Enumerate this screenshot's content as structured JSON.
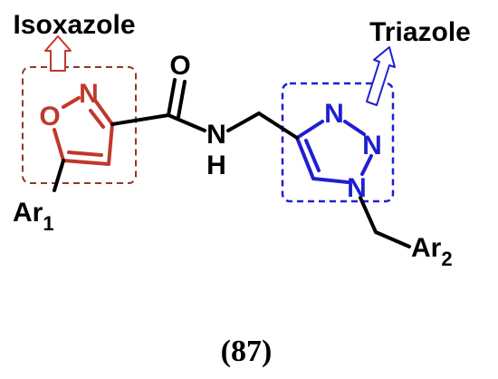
{
  "labels": {
    "isoxazole_title": "Isoxazole",
    "triazole_title": "Triazole",
    "iso_o": "O",
    "iso_n": "N",
    "carbonyl_o": "O",
    "amide_n": "N",
    "amide_h": "H",
    "tri_n3": "N",
    "tri_n2": "N",
    "tri_n1": "N",
    "ar1_main": "Ar",
    "ar1_sub": "1",
    "ar2_main": "Ar",
    "ar2_sub": "2",
    "compound_number": "(87)"
  },
  "colors": {
    "bond": "#000000",
    "isoxazole": "#c0392b",
    "isoxazole_box": "#8b3a2a",
    "triazole": "#1f1fd1"
  },
  "icons": {
    "isoxazole_arrow": "up-arrow-icon",
    "triazole_arrow": "up-right-arrow-icon"
  }
}
